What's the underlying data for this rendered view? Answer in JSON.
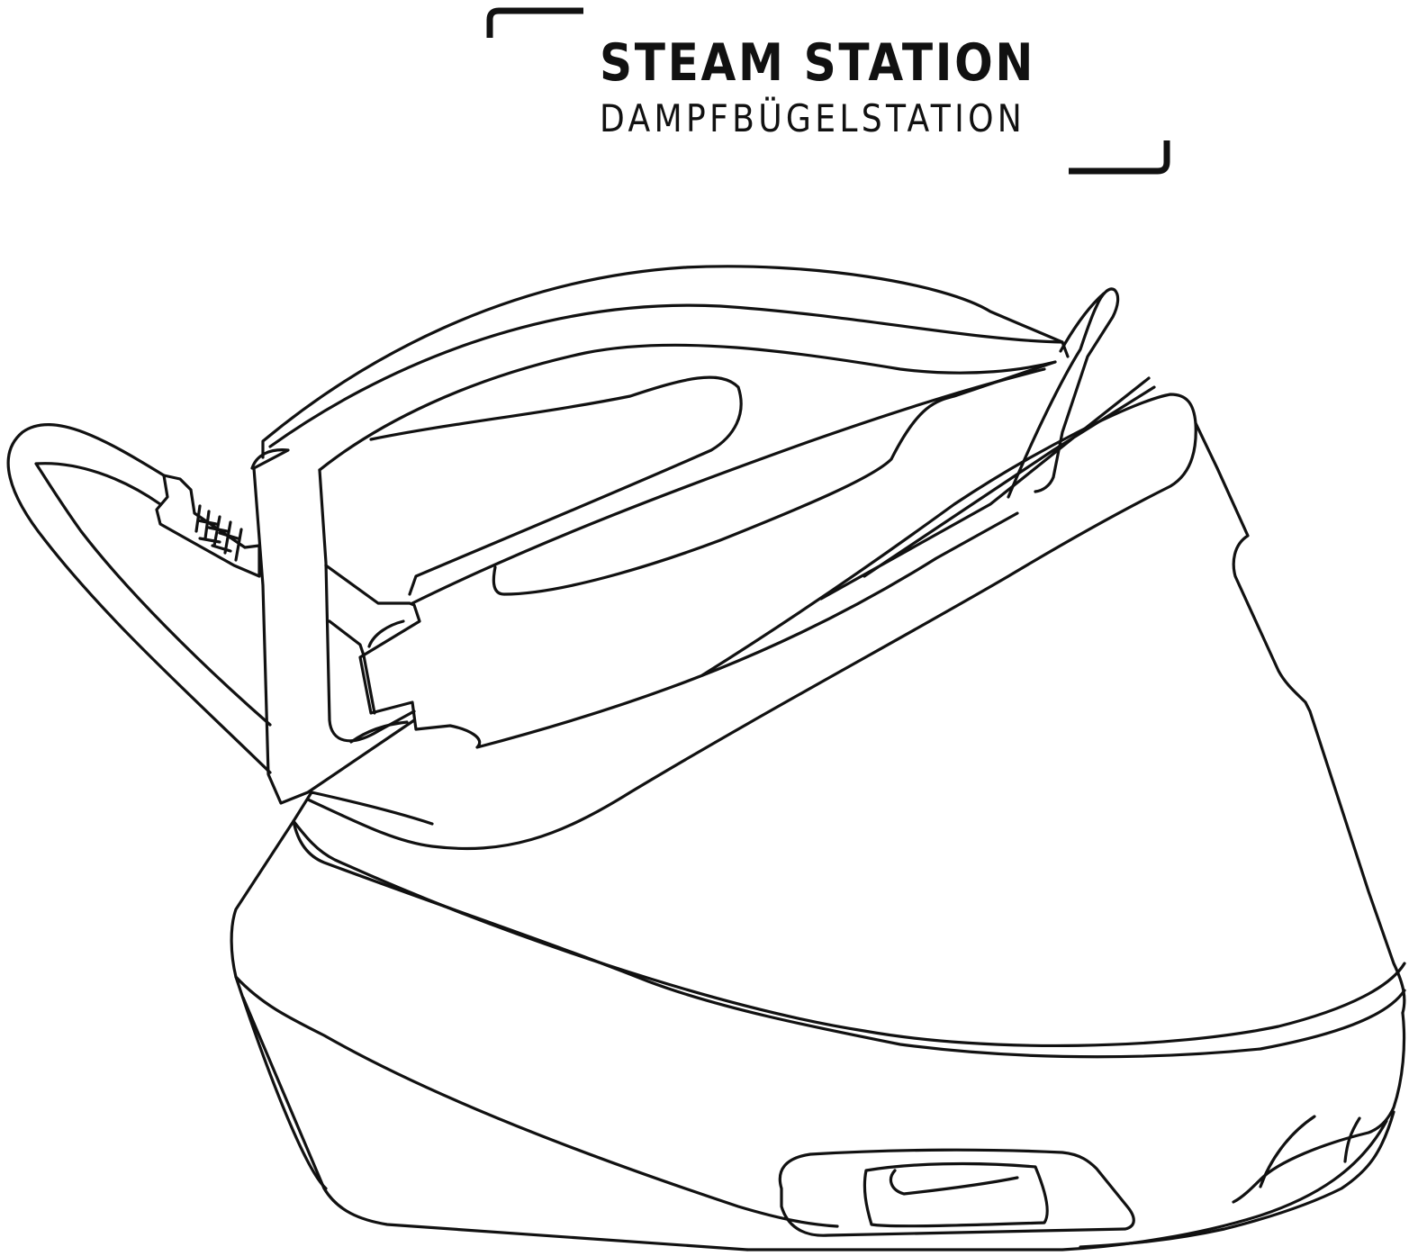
{
  "heading": {
    "title": "STEAM STATION",
    "subtitle": "DAMPFBÜGELSTATION"
  },
  "illustration": {
    "subject": "steam-station-line-drawing",
    "parts": [
      "iron",
      "iron-handle",
      "steam-hose",
      "base-station",
      "water-tank",
      "base-handle-slot"
    ],
    "stroke_color": "#111111",
    "background_color": "#ffffff"
  }
}
